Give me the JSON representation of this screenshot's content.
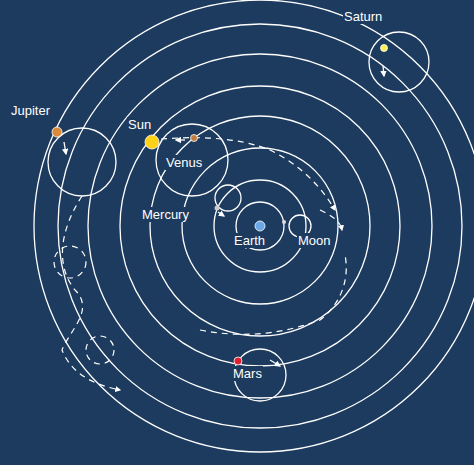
{
  "diagram": {
    "labels": [
      "Saturn",
      "Jupiter",
      "Sun",
      "Venus",
      "Mercury",
      "Earth",
      "Moon",
      "Mars"
    ]
  }
}
